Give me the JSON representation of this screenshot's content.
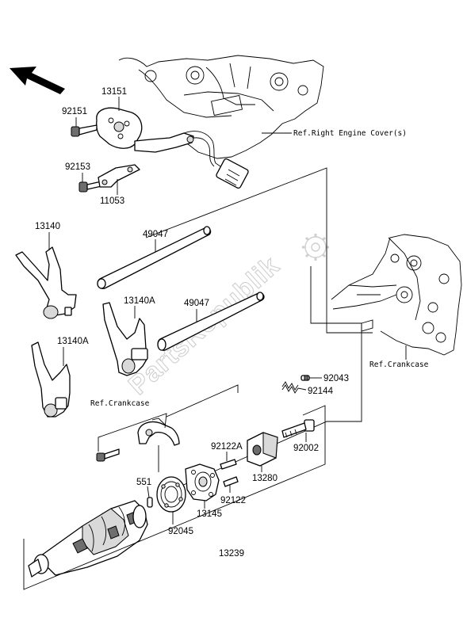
{
  "watermark": "PartsRepublik",
  "refs": {
    "right_engine_cover": "Ref.Right Engine Cover(s)",
    "crankcase_right": "Ref.Crankcase",
    "crankcase_left": "Ref.Crankcase"
  },
  "parts": {
    "p13151": "13151",
    "p92151": "92151",
    "p92153": "92153",
    "p11053": "11053",
    "p13140": "13140",
    "p49047_top": "49047",
    "p13140A_mid": "13140A",
    "p49047_mid": "49047",
    "p13140A_left": "13140A",
    "p92043": "92043",
    "p92144": "92144",
    "p92122A": "92122A",
    "p92002": "92002",
    "p551": "551",
    "p13280": "13280",
    "p92122": "92122",
    "p13145": "13145",
    "p92045": "92045",
    "p13239": "13239"
  }
}
